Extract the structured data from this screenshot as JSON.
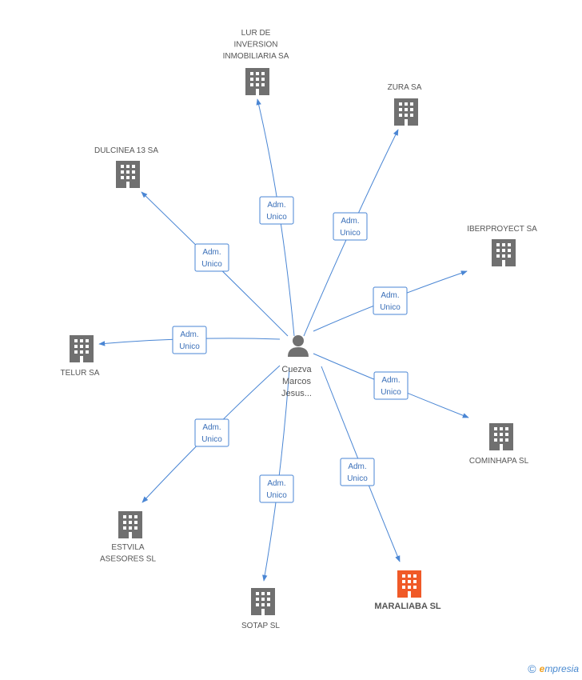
{
  "center": {
    "label_lines": [
      "Cuezva",
      "Marcos",
      "Jesus..."
    ],
    "icon": "person-icon"
  },
  "edge_label_lines": [
    "Adm.",
    "Unico"
  ],
  "nodes": [
    {
      "id": "lur",
      "label_lines": [
        "LUR DE",
        "INVERSION",
        "INMOBILIARIA SA"
      ],
      "highlight": false
    },
    {
      "id": "zura",
      "label_lines": [
        "ZURA SA"
      ],
      "highlight": false
    },
    {
      "id": "dulcinea",
      "label_lines": [
        "DULCINEA 13 SA"
      ],
      "highlight": false
    },
    {
      "id": "iberproyect",
      "label_lines": [
        "IBERPROYECT SA"
      ],
      "highlight": false
    },
    {
      "id": "telur",
      "label_lines": [
        "TELUR SA"
      ],
      "highlight": false
    },
    {
      "id": "cominhapa",
      "label_lines": [
        "COMINHAPA SL"
      ],
      "highlight": false
    },
    {
      "id": "estvila",
      "label_lines": [
        "ESTVILA",
        "ASESORES SL"
      ],
      "highlight": false
    },
    {
      "id": "sotap",
      "label_lines": [
        "SOTAP SL"
      ],
      "highlight": false
    },
    {
      "id": "maraliaba",
      "label_lines": [
        "MARALIABA SL"
      ],
      "highlight": true
    }
  ],
  "colors": {
    "edge": "#4a86d4",
    "edge_text": "#3a6fb8",
    "building": "#707070",
    "building_highlight": "#f05a28",
    "person": "#707070"
  },
  "footer": {
    "copyright": "©",
    "brand_initial": "e",
    "brand_rest": "mpresia"
  }
}
